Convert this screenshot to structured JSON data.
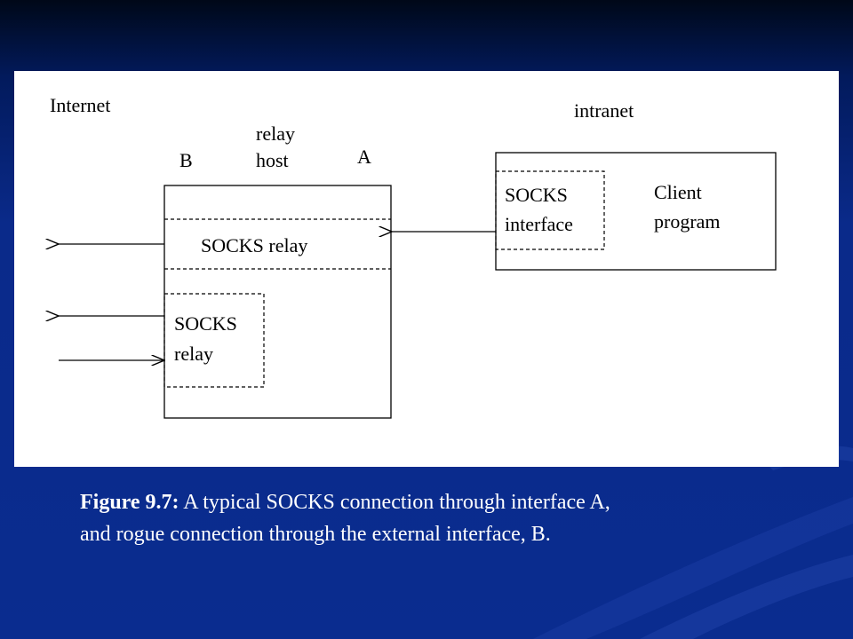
{
  "diagram": {
    "labels": {
      "internet": "Internet",
      "intranet": "intranet",
      "relay_line1": "relay",
      "relay_line2": "host",
      "iface_b": "B",
      "iface_a": "A",
      "socks_relay_main": "SOCKS relay",
      "socks_relay_rogue_line1": "SOCKS",
      "socks_relay_rogue_line2": "relay",
      "socks_interface_line1": "SOCKS",
      "socks_interface_line2": "interface",
      "client_line1": "Client",
      "client_line2": "program"
    }
  },
  "caption": {
    "figure_label": "Figure 9.7:",
    "line1_text": " A typical SOCKS connection through interface A,",
    "line2_text": "and  rogue connection through the external interface, B."
  },
  "colors": {
    "background": "#0a2c8f",
    "panel": "#ffffff",
    "caption_text": "#ffffff"
  }
}
